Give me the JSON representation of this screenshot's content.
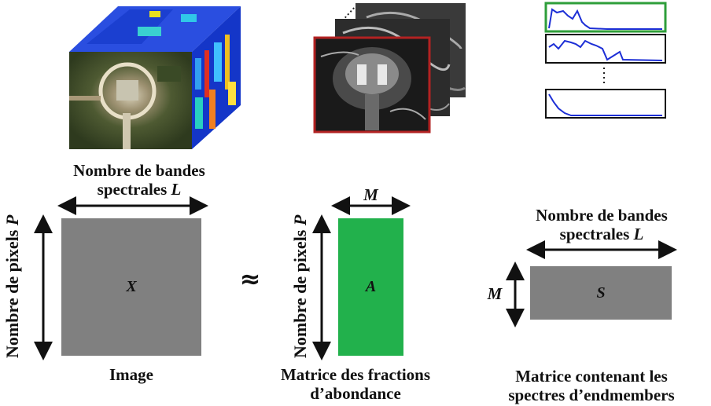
{
  "colors": {
    "matrix_gray": "#808080",
    "abundance_green": "#22b14c",
    "frame_red": "#b22222",
    "frame_green": "#2e9e3a",
    "spectrum_blue": "#1d2fd6",
    "text": "#111111"
  },
  "top_row": {
    "cube_icon": "hyperspectral-data-cube",
    "abundance_stack_icon": "abundance-maps-stack",
    "spectra_icon": "endmember-spectra-stack"
  },
  "image_block": {
    "top_label_line1": "Nombre de bandes",
    "top_label_line2_text": "spectrales ",
    "top_label_line2_var": "L",
    "side_label_text": "Nombre de pixels ",
    "side_label_var": "P",
    "matrix_symbol": "X",
    "caption": "Image"
  },
  "approx_symbol": "≈",
  "abundance_block": {
    "top_label_var": "M",
    "side_label_text": "Nombre de pixels ",
    "side_label_var": "P",
    "matrix_symbol": "A",
    "caption_line1": "Matrice des fractions",
    "caption_line2": "d’abondance"
  },
  "endmember_block": {
    "top_label_line1": "Nombre de bandes",
    "top_label_line2_text": "spectrales ",
    "top_label_line2_var": "L",
    "side_label_var": "M",
    "matrix_symbol": "S",
    "caption_line1": "Matrice contenant les",
    "caption_line2": "spectres d’endmembers"
  }
}
